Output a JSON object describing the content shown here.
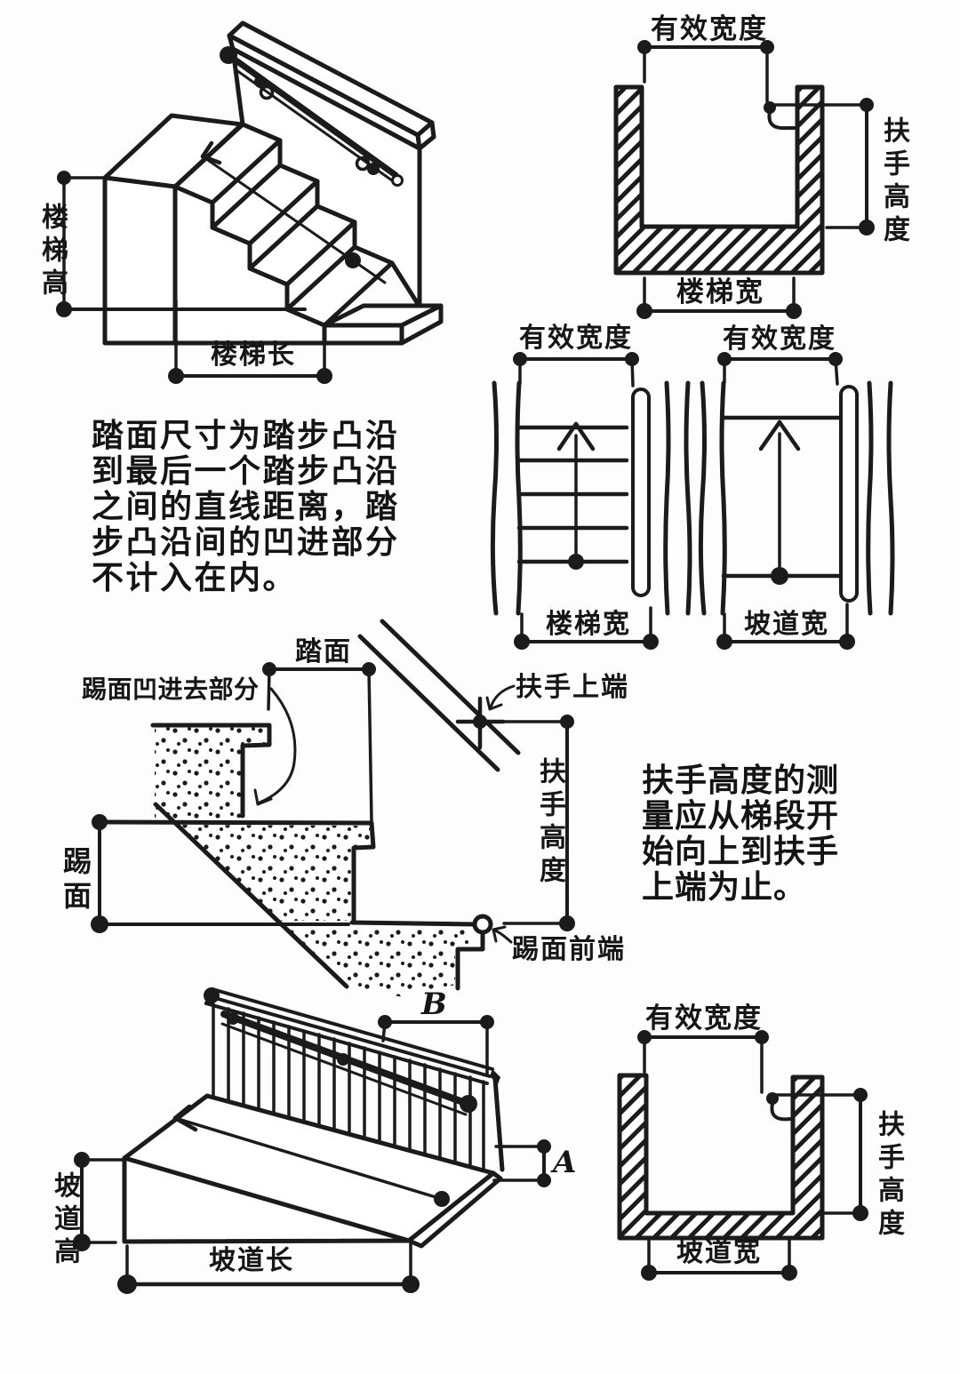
{
  "figure": {
    "colors": {
      "ink": "#1b1b1b",
      "paper": "#fdfdfd"
    },
    "stair_3d": {
      "height_label": "楼梯高",
      "length_label": "楼梯长"
    },
    "stair_section": {
      "effective_width_label": "有效宽度",
      "handrail_height_label": "扶手高度",
      "stair_width_label": "楼梯宽"
    },
    "stair_plan": {
      "effective_width_label": "有效宽度",
      "stair_width_label": "楼梯宽"
    },
    "ramp_plan": {
      "effective_width_label": "有效宽度",
      "ramp_width_label": "坡道宽"
    },
    "tread_note": "踏面尺寸为踏步凸沿\n到最后一个踏步凸沿\n之间的直线距离，踏\n步凸沿间的凹进部分\n不计入在内。",
    "tread_detail": {
      "tread_label": "踏面",
      "riser_recess_label": "踢面凹进去部分",
      "handrail_top_label": "扶手上端",
      "handrail_height_label": "扶手高度",
      "riser_label": "踢面",
      "riser_front_label": "踢面前端"
    },
    "handrail_note": "扶手高度的测\n量应从梯段开\n始向上到扶手\n上端为止。",
    "ramp_3d": {
      "dim_b_label": "B",
      "dim_a_label": "A",
      "height_label": "坡道高",
      "length_label": "坡道长"
    },
    "ramp_section": {
      "effective_width_label": "有效宽度",
      "handrail_height_label": "扶手高度",
      "ramp_width_label": "坡道宽"
    }
  }
}
